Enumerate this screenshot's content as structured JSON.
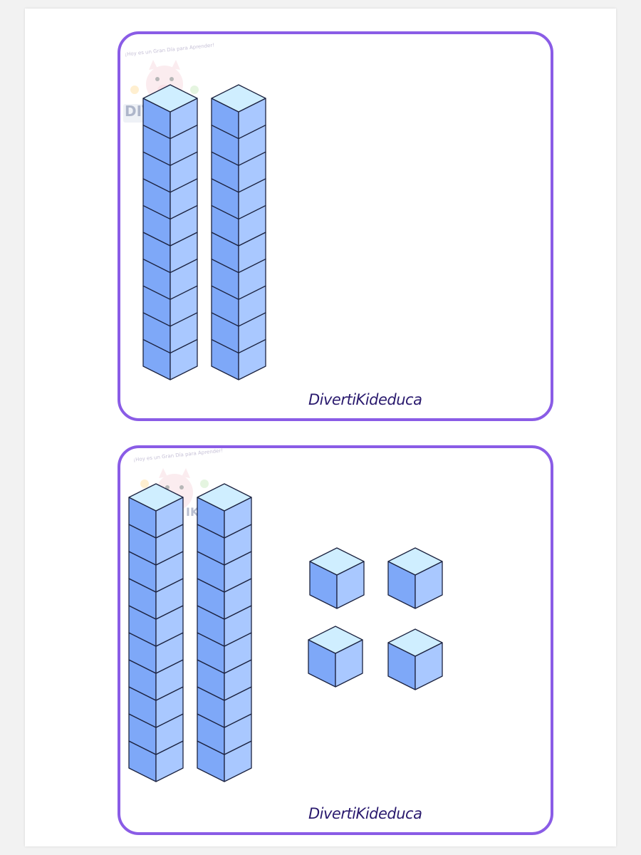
{
  "cards": [
    {
      "brand_text": "DivertiKideduca",
      "watermark_text": "¡Hoy es un Gran Día para Aprender!",
      "watermark_logo": "DIV",
      "tens_rods": 2,
      "unit_cubes": 0
    },
    {
      "brand_text": "DivertiKideduca",
      "watermark_text": "¡Hoy es un Gran Día para Aprender!",
      "watermark_logo": "IK",
      "tens_rods": 2,
      "unit_cubes": 4
    }
  ],
  "colors": {
    "frame": "#8a5ce6",
    "cube_top": "#cfeeff",
    "cube_left": "#7ea8f8",
    "cube_right": "#a9c8ff",
    "cube_edge": "#1c2340"
  }
}
